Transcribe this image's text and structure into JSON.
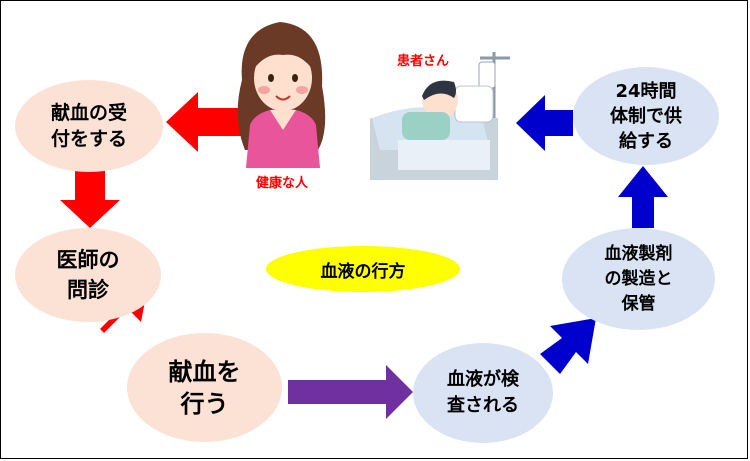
{
  "title": "血液の行方",
  "steps": {
    "uketsuke": "献血の受\n付をする",
    "monshin": "医師の\n問診",
    "kenketsu": "献血を\n行う",
    "kensa": "血液が検\n査される",
    "seizou": "血液製剤\nの製造と\n保管",
    "kyokyu": "24時間\n体制で供\n給する"
  },
  "labels": {
    "healthy_person": "健康な人",
    "patient": "患者さん"
  },
  "colors": {
    "arrow_red": "#ff0000",
    "arrow_purple": "#7030a0",
    "arrow_blue": "#0000cc",
    "node_pink": "#fbe2d5",
    "node_blue": "#dae3f3",
    "title_bg": "#ffff00",
    "label_red": "#ff0000"
  },
  "icons": [
    "healthy-woman-illustration",
    "hospital-patient-illustration"
  ]
}
